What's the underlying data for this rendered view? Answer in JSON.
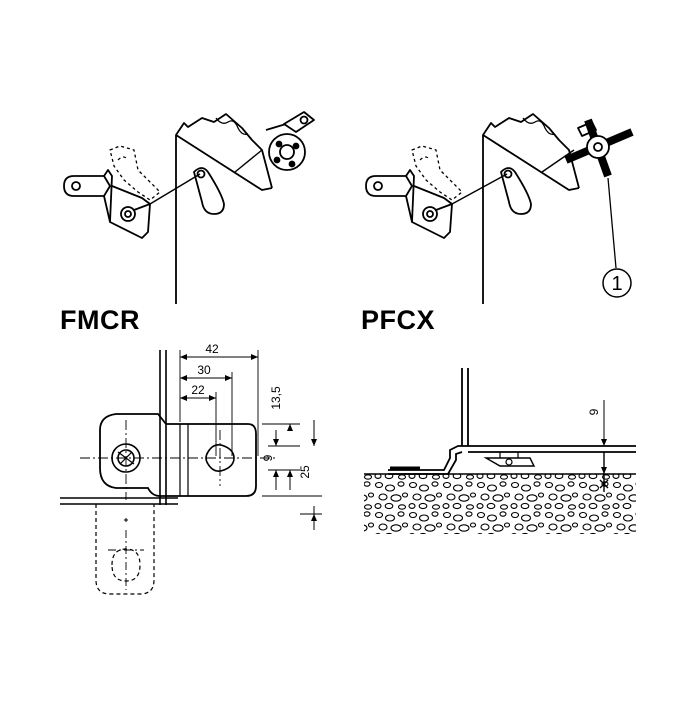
{
  "labels": {
    "left_model": "FMCR",
    "right_model": "PFCX"
  },
  "callout": "1",
  "dimensions": {
    "d42": "42",
    "d30": "30",
    "d22": "22",
    "d13_5": "13,5",
    "d9_left": "9",
    "d25": "25",
    "d9_right": "9"
  }
}
